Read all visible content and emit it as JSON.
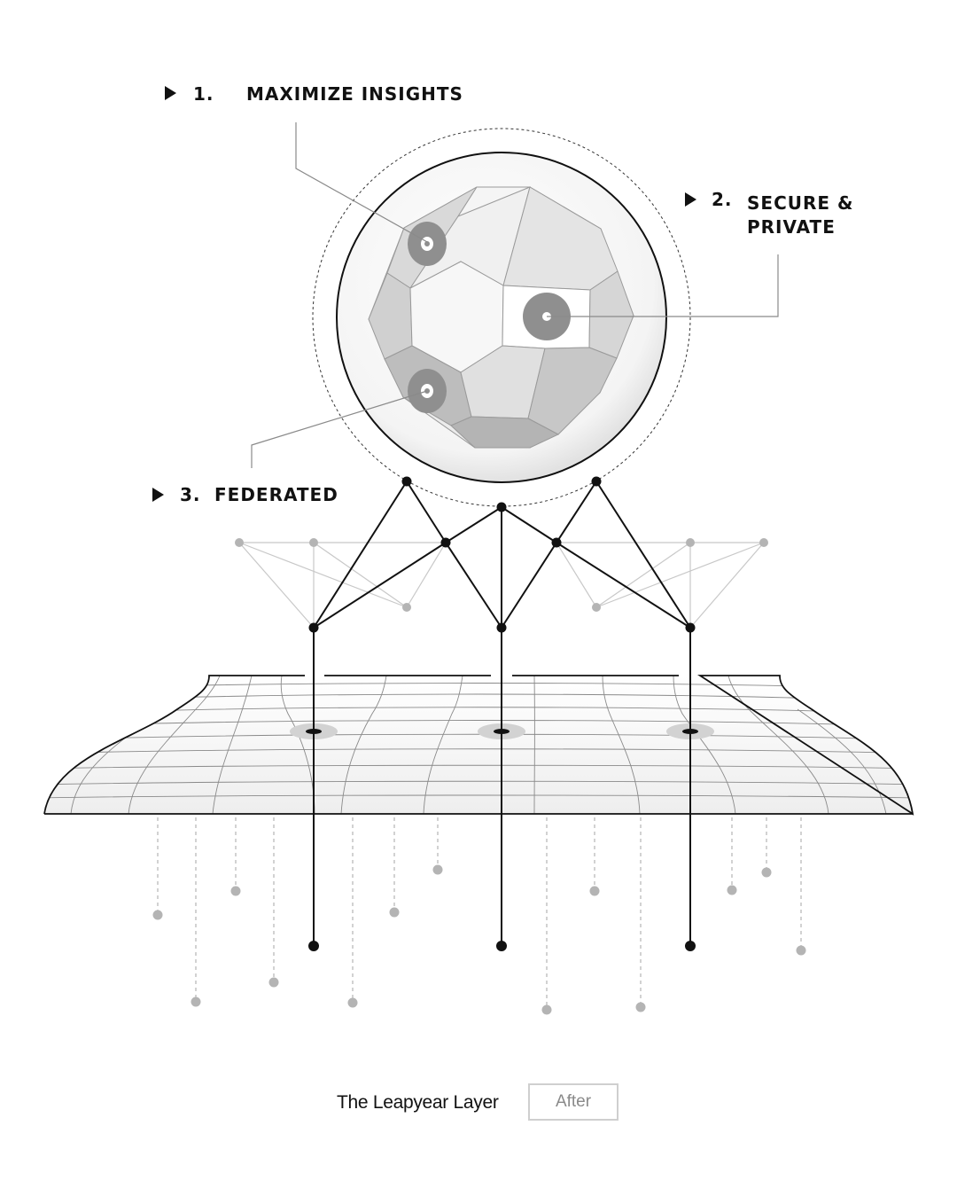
{
  "labels": [
    {
      "number": "1.",
      "title_lines": [
        "MAXIMIZE INSIGHTS"
      ]
    },
    {
      "number": "2.",
      "title_lines": [
        "SECURE &",
        "PRIVATE"
      ]
    },
    {
      "number": "3.",
      "title_lines": [
        "FEDERATED"
      ]
    }
  ],
  "caption": {
    "title": "The Leapyear Layer",
    "button": "After"
  },
  "colors": {
    "ink": "#111111",
    "muted": "#b4b4b4",
    "surface": "#f3f3f3",
    "marker": "#8f8f8f"
  }
}
